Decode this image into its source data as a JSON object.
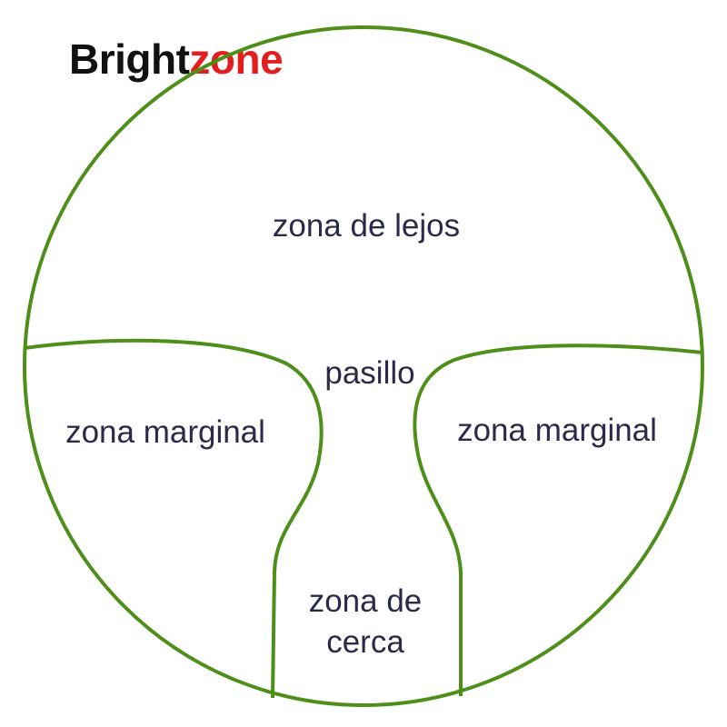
{
  "logo": {
    "part1": "Bright",
    "part2": "zone",
    "color_dark": "#111111",
    "color_accent": "#e31e1e"
  },
  "colors": {
    "outline": "#4e8f1a",
    "label": "#2a2a4a"
  },
  "zones": {
    "far": "zona de lejos",
    "corridor": "pasillo",
    "marginal_left": "zona marginal",
    "marginal_right": "zona marginal",
    "near_line1": "zona de",
    "near_line2": "cerca"
  }
}
